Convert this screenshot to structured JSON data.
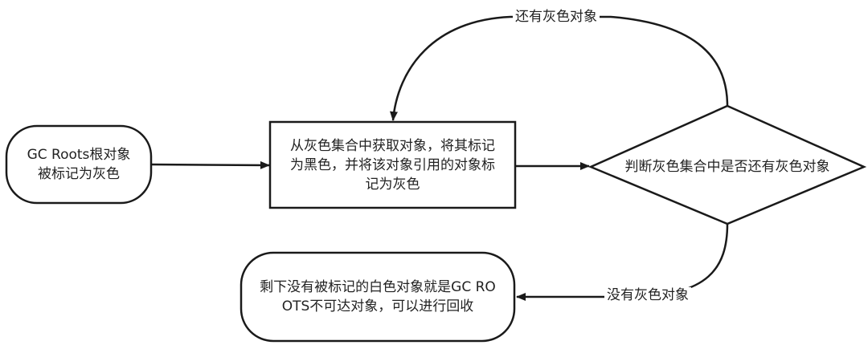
{
  "colors": {
    "stroke": "#1a1a1a",
    "fill": "#ffffff",
    "text": "#222222"
  },
  "nodes": {
    "start": {
      "label": "GC Roots根对象被标记为灰色",
      "shape": "rounded-rectangle"
    },
    "process": {
      "label": "从灰色集合中获取对象，将其标记为黑色，并将该对象引用的对象标记为灰色",
      "shape": "rectangle"
    },
    "decision": {
      "label": "判断灰色集合中是否还有灰色对象",
      "shape": "diamond"
    },
    "result": {
      "label": "剩下没有被标记的白色对象就是GC ROOTS不可达对象，可以进行回收",
      "shape": "rounded-rectangle"
    }
  },
  "edges": {
    "start_to_process": {
      "from": "start",
      "to": "process",
      "label": ""
    },
    "process_to_decision": {
      "from": "process",
      "to": "decision",
      "label": ""
    },
    "decision_loop": {
      "from": "decision",
      "to": "process",
      "label": "还有灰色对象"
    },
    "decision_to_result": {
      "from": "decision",
      "to": "result",
      "label": "没有灰色对象"
    }
  }
}
